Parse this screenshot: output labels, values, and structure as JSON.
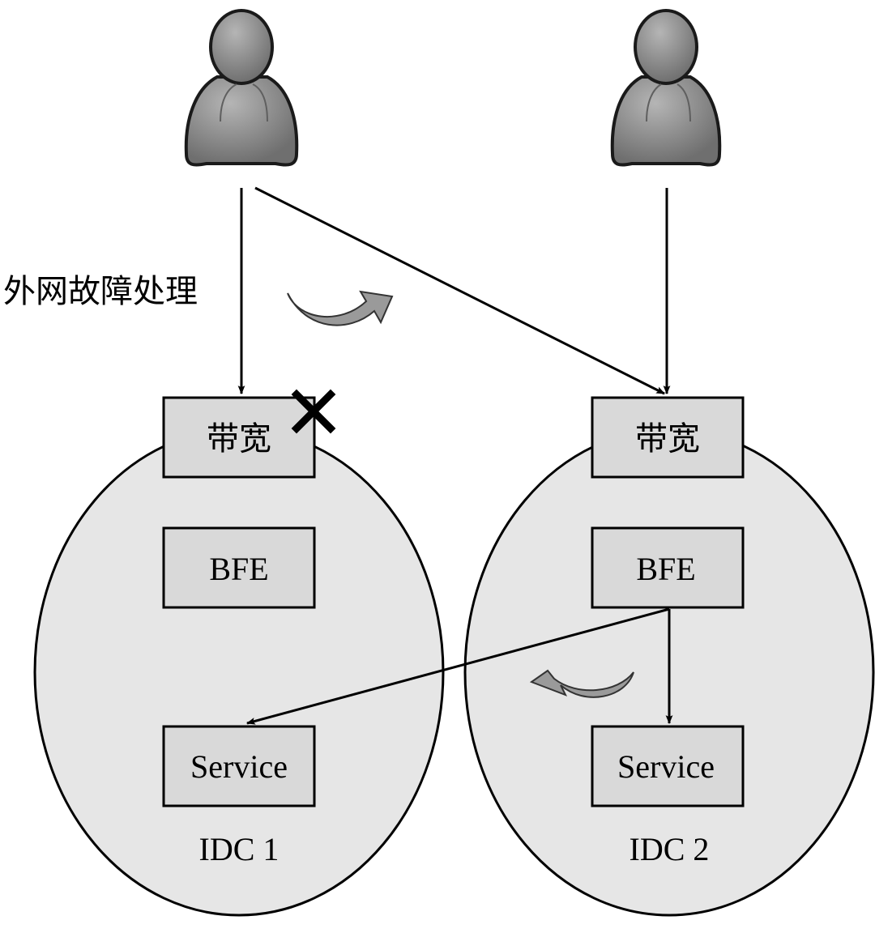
{
  "title": "外网故障处理",
  "idcs": [
    {
      "label": "IDC 1",
      "bandwidth_label": "带宽",
      "bandwidth_failed": true,
      "bfe_label": "BFE",
      "service_label": "Service"
    },
    {
      "label": "IDC 2",
      "bandwidth_label": "带宽",
      "bandwidth_failed": false,
      "bfe_label": "BFE",
      "service_label": "Service"
    }
  ],
  "icons": {
    "user": "user-icon",
    "failure": "x-mark-icon",
    "redirect": "curved-arrow-icon"
  },
  "colors": {
    "ellipse_fill": "#e6e6e6",
    "box_fill": "#d9d9d9",
    "stroke": "#000000",
    "user_gray": "#8c8c8c",
    "curved_arrow": "#9a9a9a"
  }
}
